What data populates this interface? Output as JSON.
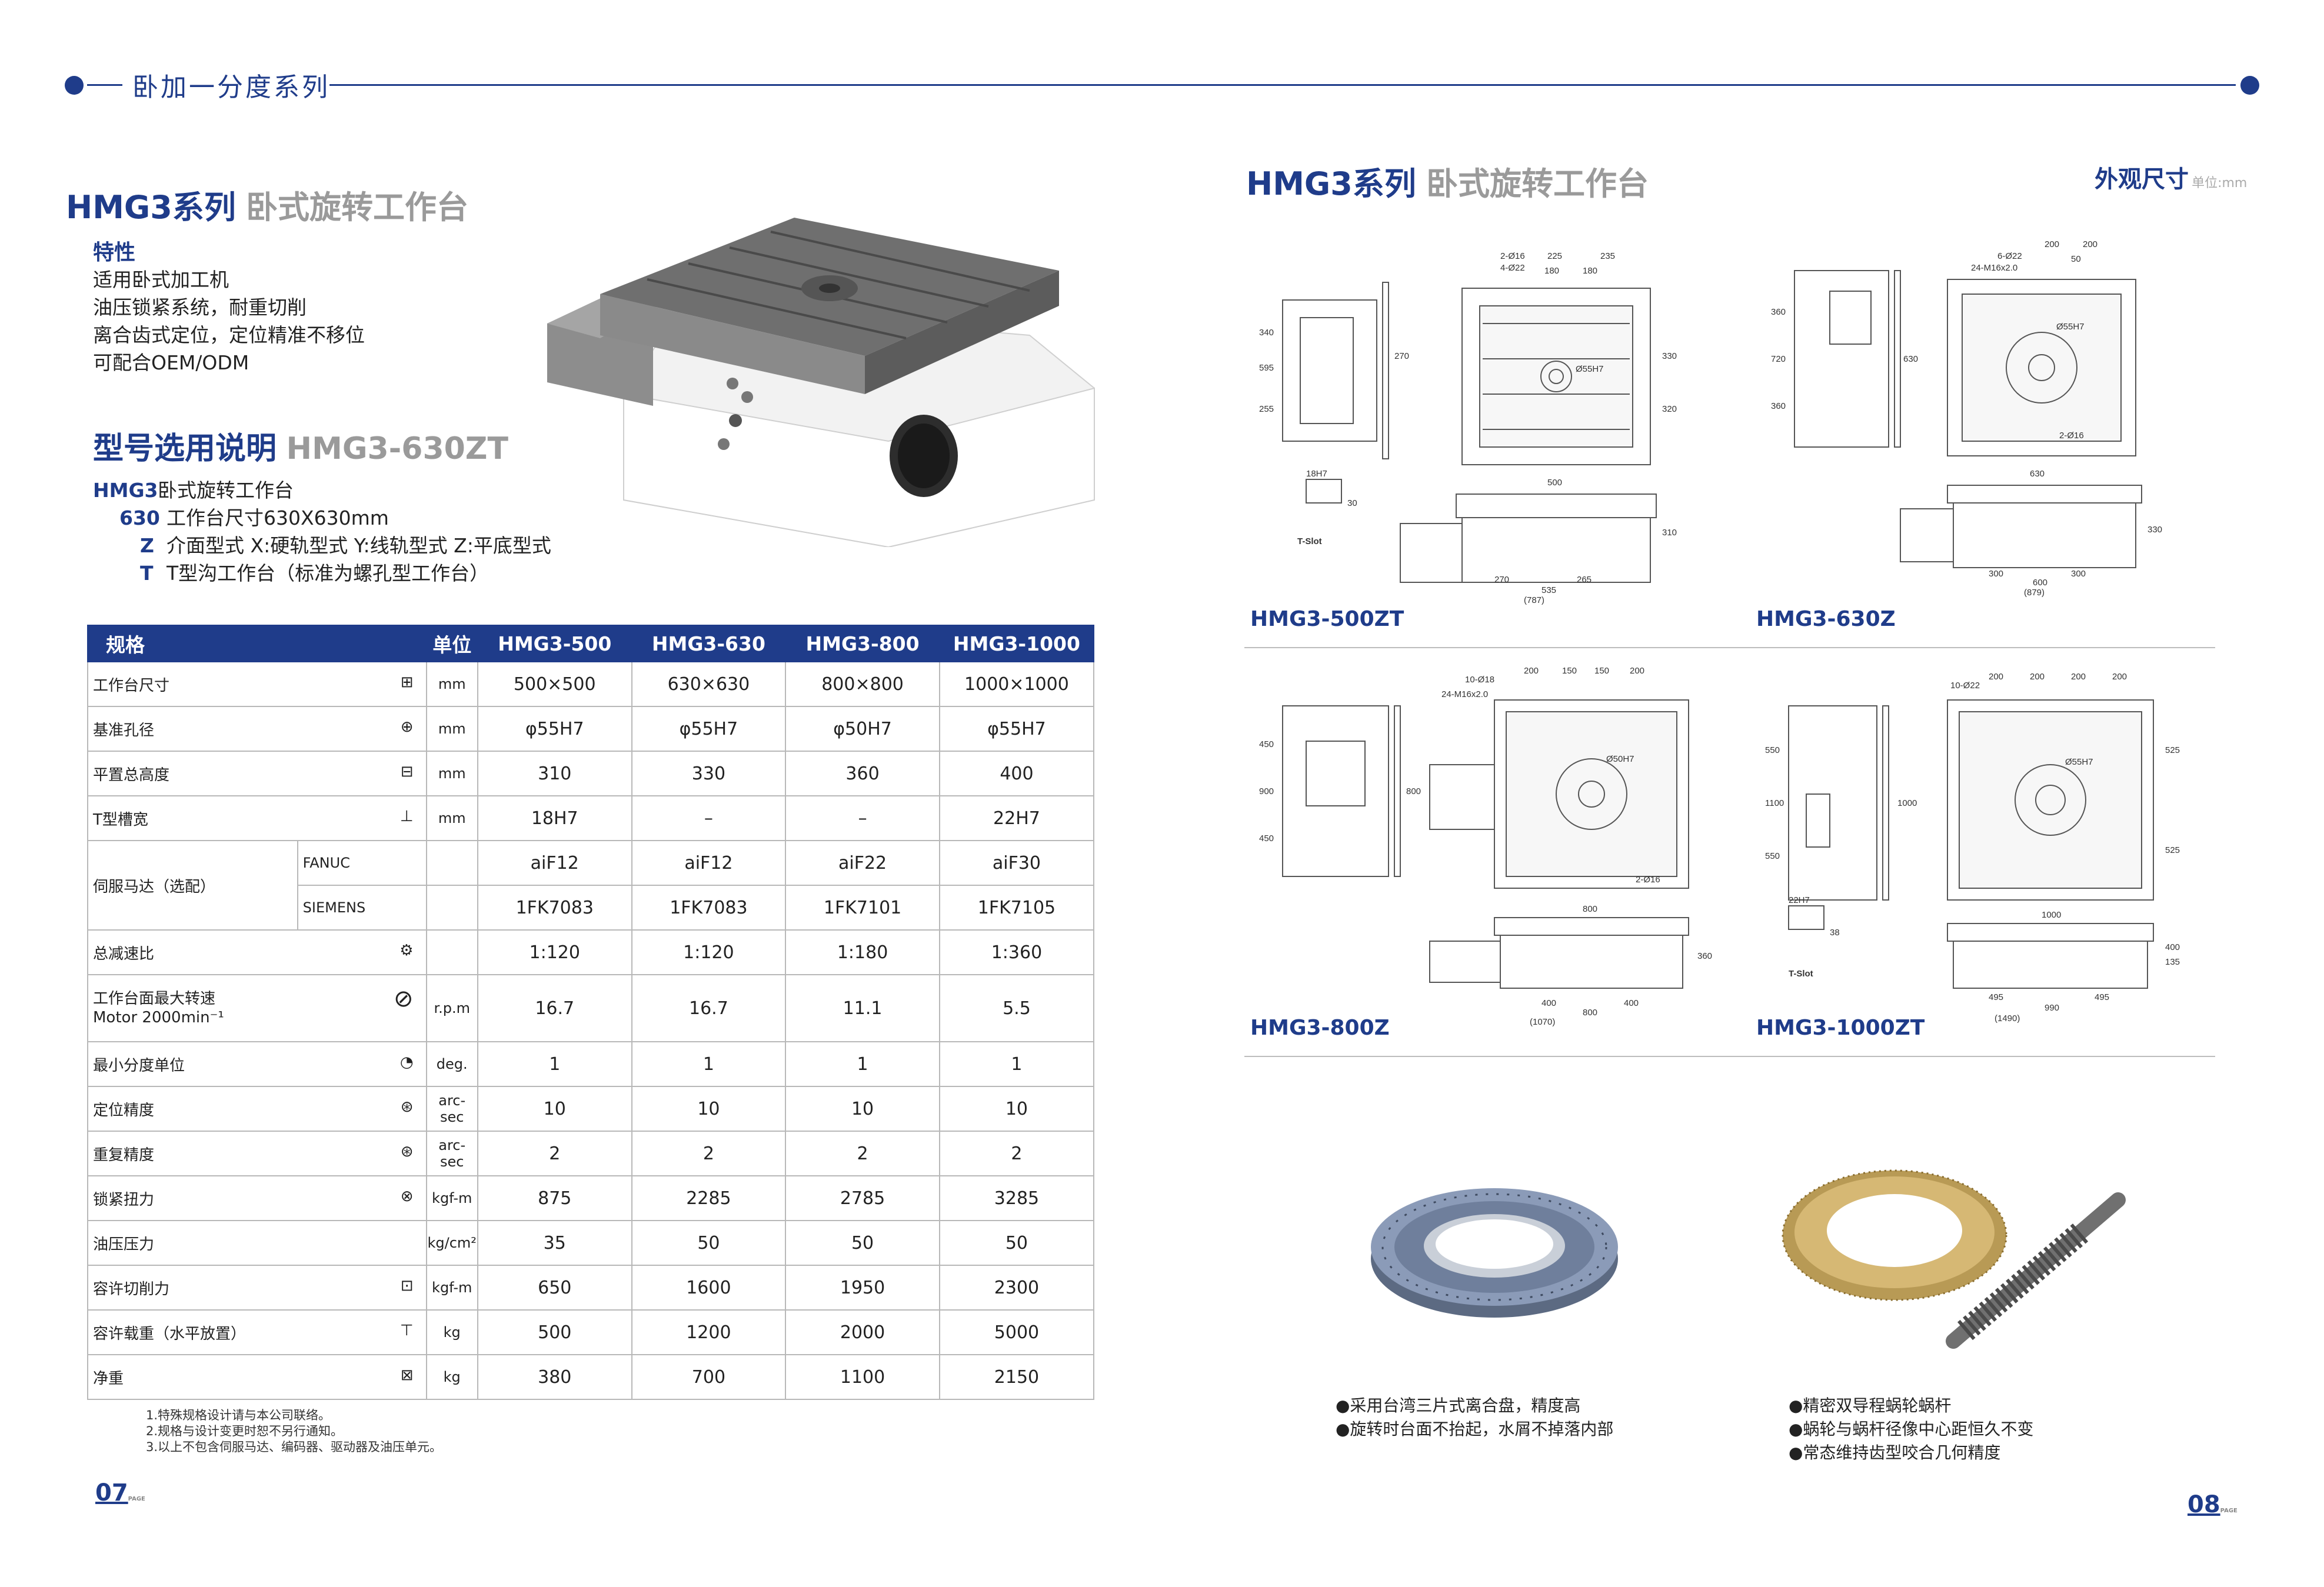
{
  "header": {
    "section_title": "卧加一分度系列"
  },
  "left": {
    "title_bold": "HMG3系列",
    "title_grey": "卧式旋转工作台",
    "features_heading": "特性",
    "features": [
      "适用卧式加工机",
      "油压锁紧系统，耐重切削",
      "离合齿式定位，定位精准不移位",
      "可配合OEM/ODM"
    ],
    "model_heading_bold": "型号选用说明",
    "model_heading_grey": "HMG3-630ZT",
    "model_lines": [
      {
        "code": "HMG3",
        "desc": "卧式旋转工作台"
      },
      {
        "code": "630",
        "desc": "工作台尺寸630X630mm"
      },
      {
        "code": "Z",
        "desc": "介面型式  X:硬轨型式   Y:线轨型式   Z:平底型式"
      },
      {
        "code": "T",
        "desc": "T型沟工作台（标准为螺孔型工作台）"
      }
    ],
    "table": {
      "headers": [
        "规格",
        "单位",
        "HMG3-500",
        "HMG3-630",
        "HMG3-800",
        "HMG3-1000"
      ],
      "rows": [
        {
          "label": "工作台尺寸",
          "unit": "mm",
          "values": [
            "500×500",
            "630×630",
            "800×800",
            "1000×1000"
          ]
        },
        {
          "label": "基准孔径",
          "unit": "mm",
          "values": [
            "φ55H7",
            "φ55H7",
            "φ50H7",
            "φ55H7"
          ]
        },
        {
          "label": "平置总高度",
          "unit": "mm",
          "values": [
            "310",
            "330",
            "360",
            "400"
          ]
        },
        {
          "label": "T型槽宽",
          "unit": "mm",
          "values": [
            "18H7",
            "–",
            "–",
            "22H7"
          ]
        },
        {
          "label": "伺服马达（选配）",
          "sub": "FANUC",
          "unit": "",
          "values": [
            "aiF12",
            "aiF12",
            "aiF22",
            "aiF30"
          ]
        },
        {
          "label": "",
          "sub": "SIEMENS",
          "unit": "",
          "values": [
            "1FK7083",
            "1FK7083",
            "1FK7101",
            "1FK7105"
          ]
        },
        {
          "label": "总减速比",
          "unit": "",
          "values": [
            "1:120",
            "1:120",
            "1:180",
            "1:360"
          ]
        },
        {
          "label": "工作台面最大转速",
          "label2": "Motor 2000min⁻¹",
          "unit": "r.p.m",
          "values": [
            "16.7",
            "16.7",
            "11.1",
            "5.5"
          ]
        },
        {
          "label": "最小分度单位",
          "unit": "deg.",
          "values": [
            "1",
            "1",
            "1",
            "1"
          ]
        },
        {
          "label": "定位精度",
          "unit": "arc-sec",
          "values": [
            "10",
            "10",
            "10",
            "10"
          ]
        },
        {
          "label": "重复精度",
          "unit": "arc-sec",
          "values": [
            "2",
            "2",
            "2",
            "2"
          ]
        },
        {
          "label": "锁紧扭力",
          "unit": "kgf-m",
          "values": [
            "875",
            "2285",
            "2785",
            "3285"
          ]
        },
        {
          "label": "油压压力",
          "unit": "kg/cm²",
          "values": [
            "35",
            "50",
            "50",
            "50"
          ]
        },
        {
          "label": "容许切削力",
          "unit": "kgf-m",
          "values": [
            "650",
            "1600",
            "1950",
            "2300"
          ]
        },
        {
          "label": "容许载重（水平放置）",
          "unit": "kg",
          "values": [
            "500",
            "1200",
            "2000",
            "5000"
          ]
        },
        {
          "label": "净重",
          "unit": "kg",
          "values": [
            "380",
            "700",
            "1100",
            "2150"
          ]
        }
      ]
    },
    "notes": [
      "1.特殊规格设计请与本公司联络。",
      "2.规格与设计变更时恕不另行通知。",
      "3.以上不包含伺服马达、编码器、驱动器及油压单元。"
    ],
    "page_number": "07",
    "page_word": "PAGE"
  },
  "right": {
    "title_bold": "HMG3系列",
    "title_grey": "卧式旋转工作台",
    "dims_label": "外观尺寸",
    "dims_unit": "单位:mm",
    "drawings": {
      "d500": {
        "label": "HMG3-500ZT",
        "dims": [
          "2-Ø16",
          "4-Ø22",
          "225",
          "235",
          "180",
          "180",
          "Ø55H7",
          "340",
          "595",
          "255",
          "270",
          "330",
          "320",
          "500",
          "310",
          "270",
          "265",
          "535",
          "(787)",
          "18H7",
          "30",
          "T-Slot"
        ]
      },
      "d630": {
        "label": "HMG3-630Z",
        "dims": [
          "6-Ø22",
          "200",
          "200",
          "24-M16x2.0",
          "50",
          "Ø55H7",
          "2-Ø16",
          "720",
          "360",
          "360",
          "630",
          "630",
          "330",
          "300",
          "300",
          "600",
          "(879)"
        ]
      },
      "d800": {
        "label": "HMG3-800Z",
        "dims": [
          "10-Ø18",
          "24-M16x2.0",
          "200",
          "150",
          "150",
          "200",
          "Ø50H7",
          "2-Ø16",
          "900",
          "450",
          "450",
          "800",
          "800",
          "360",
          "400",
          "400",
          "800",
          "(1070)"
        ]
      },
      "d1000": {
        "label": "HMG3-1000ZT",
        "dims": [
          "10-Ø22",
          "200",
          "200",
          "200",
          "200",
          "Ø55H7",
          "1100",
          "550",
          "550",
          "1000",
          "525",
          "525",
          "22H7",
          "38",
          "T-Slot",
          "1000",
          "400",
          "135",
          "495",
          "495",
          "990",
          "(1490)"
        ]
      }
    },
    "bearing_bullets": [
      "●采用台湾三片式离合盘，精度高",
      "●旋转时台面不抬起，水屑不掉落内部"
    ],
    "worm_bullets": [
      "●精密双导程蜗轮蜗杆",
      "●蜗轮与蜗杆径像中心距恒久不变",
      "●常态维持齿型咬合几何精度"
    ],
    "page_number": "08",
    "page_word": "PAGE"
  },
  "colors": {
    "brand_blue": "#1f3c8a",
    "grey_text": "#9a9a9a"
  }
}
